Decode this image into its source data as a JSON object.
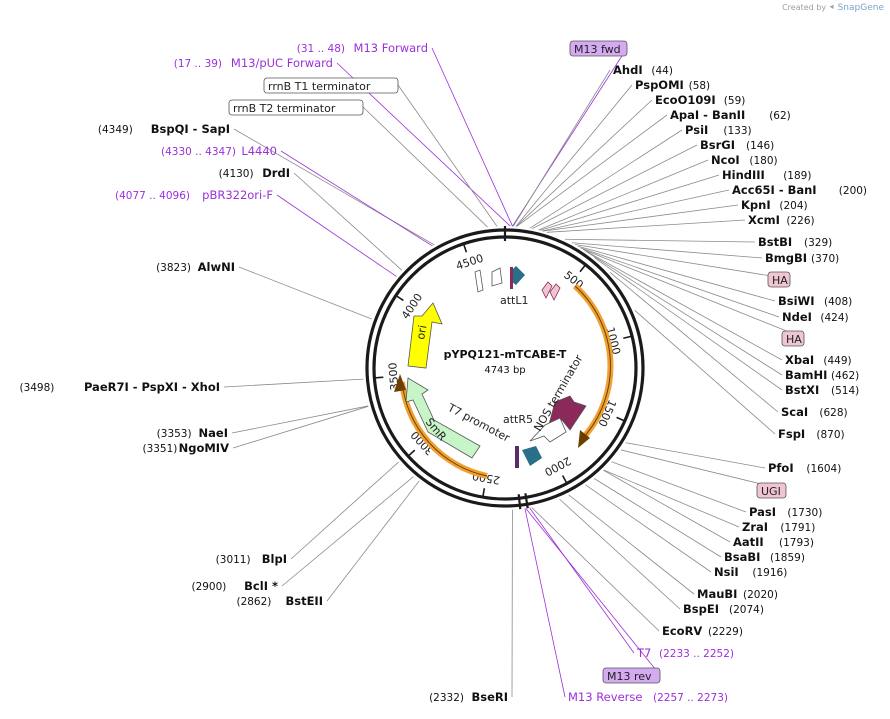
{
  "header": {
    "created_by": "Created by",
    "brand": "SnapGene"
  },
  "plasmid": {
    "name": "pYPQ121-mTCABE-T",
    "length": "4743 bp",
    "total_bp": 4743
  },
  "colors": {
    "backbone": "#1a1a1a",
    "primer_purple": "#9b30d9",
    "ori": "#ffff00",
    "smr": "#c8f5c8",
    "arrow_orange": "#f0a030",
    "attL": "#2a6f8a",
    "term": "#8b2a5a",
    "box_purple": "#d4aaf0",
    "box_pink": "#efc5d2"
  },
  "ticks": [
    {
      "label": "500",
      "bp": 500
    },
    {
      "label": "1000",
      "bp": 1000
    },
    {
      "label": "1500",
      "bp": 1500
    },
    {
      "label": "2000",
      "bp": 2000
    },
    {
      "label": "2500",
      "bp": 2500
    },
    {
      "label": "3000",
      "bp": 3000
    },
    {
      "label": "3500",
      "bp": 3500
    },
    {
      "label": "4000",
      "bp": 4000
    },
    {
      "label": "4500",
      "bp": 4500
    }
  ],
  "inner_features": [
    {
      "label": "ori"
    },
    {
      "label": "SmR"
    },
    {
      "label": "T7 promoter"
    },
    {
      "label": "attR5"
    },
    {
      "label": "NOS terminator"
    },
    {
      "label": "attL1"
    }
  ],
  "labels_right": [
    {
      "name": "M13 fwd",
      "pos": "",
      "style": "box-purple"
    },
    {
      "name": "AhdI",
      "pos": "(44)",
      "style": "enzyme"
    },
    {
      "name": "PspOMI",
      "pos": "(58)",
      "style": "enzyme"
    },
    {
      "name": "EcoO109I",
      "pos": "(59)",
      "style": "enzyme"
    },
    {
      "name": "ApaI - BanII",
      "pos": "(62)",
      "style": "enzyme"
    },
    {
      "name": "PsiI",
      "pos": "(133)",
      "style": "enzyme"
    },
    {
      "name": "BsrGI",
      "pos": "(146)",
      "style": "enzyme"
    },
    {
      "name": "NcoI",
      "pos": "(180)",
      "style": "enzyme"
    },
    {
      "name": "HindIII",
      "pos": "(189)",
      "style": "enzyme"
    },
    {
      "name": "Acc65I - BanI",
      "pos": "(200)",
      "style": "enzyme"
    },
    {
      "name": "KpnI",
      "pos": "(204)",
      "style": "enzyme"
    },
    {
      "name": "XcmI",
      "pos": "(226)",
      "style": "enzyme"
    },
    {
      "name": "BstBI",
      "pos": "(329)",
      "style": "enzyme"
    },
    {
      "name": "BmgBI",
      "pos": "(370)",
      "style": "enzyme"
    },
    {
      "name": "HA",
      "pos": "",
      "style": "box-pink"
    },
    {
      "name": "BsiWI",
      "pos": "(408)",
      "style": "enzyme"
    },
    {
      "name": "NdeI",
      "pos": "(424)",
      "style": "enzyme"
    },
    {
      "name": "HA",
      "pos": "",
      "style": "box-pink"
    },
    {
      "name": "XbaI",
      "pos": "(449)",
      "style": "enzyme"
    },
    {
      "name": "BamHI",
      "pos": "(462)",
      "style": "enzyme"
    },
    {
      "name": "BstXI",
      "pos": "(514)",
      "style": "enzyme"
    },
    {
      "name": "ScaI",
      "pos": "(628)",
      "style": "enzyme"
    },
    {
      "name": "FspI",
      "pos": "(870)",
      "style": "enzyme"
    },
    {
      "name": "PfoI",
      "pos": "(1604)",
      "style": "enzyme"
    },
    {
      "name": "UGI",
      "pos": "",
      "style": "box-pink"
    },
    {
      "name": "PasI",
      "pos": "(1730)",
      "style": "enzyme"
    },
    {
      "name": "ZraI",
      "pos": "(1791)",
      "style": "enzyme"
    },
    {
      "name": "AatII",
      "pos": "(1793)",
      "style": "enzyme"
    },
    {
      "name": "BsaBI",
      "pos": "(1859)",
      "style": "enzyme"
    },
    {
      "name": "NsiI",
      "pos": "(1916)",
      "style": "enzyme"
    },
    {
      "name": "MauBI",
      "pos": "(2020)",
      "style": "enzyme"
    },
    {
      "name": "BspEI",
      "pos": "(2074)",
      "style": "enzyme"
    },
    {
      "name": "EcoRV",
      "pos": "(2229)",
      "style": "enzyme"
    },
    {
      "name": "T7",
      "pos": "(2233 .. 2252)",
      "style": "primer"
    },
    {
      "name": "M13 rev",
      "pos": "",
      "style": "box-purple"
    },
    {
      "name": "M13 Reverse",
      "pos": "(2257 .. 2273)",
      "style": "primer"
    }
  ],
  "labels_left": [
    {
      "name": "M13 Forward",
      "pos": "(31 .. 48)",
      "style": "primer"
    },
    {
      "name": "M13/pUC Forward",
      "pos": "(17 .. 39)",
      "style": "primer"
    },
    {
      "name": "rrnB T1 terminator",
      "pos": "",
      "style": "box-white"
    },
    {
      "name": "rrnB T2 terminator",
      "pos": "",
      "style": "box-white"
    },
    {
      "name": "BspQI - SapI",
      "pos": "(4349)",
      "style": "enzyme"
    },
    {
      "name": "L4440",
      "pos": "(4330 .. 4347)",
      "style": "primer"
    },
    {
      "name": "DrdI",
      "pos": "(4130)",
      "style": "enzyme"
    },
    {
      "name": "pBR322ori-F",
      "pos": "(4077 .. 4096)",
      "style": "primer"
    },
    {
      "name": "AlwNI",
      "pos": "(3823)",
      "style": "enzyme"
    },
    {
      "name": "PaeR7I - PspXI - XhoI",
      "pos": "(3498)",
      "style": "enzyme"
    },
    {
      "name": "NaeI",
      "pos": "(3353)",
      "style": "enzyme"
    },
    {
      "name": "NgoMIV",
      "pos": "(3351)",
      "style": "enzyme"
    },
    {
      "name": "BlpI",
      "pos": "(3011)",
      "style": "enzyme"
    },
    {
      "name": "BclI *",
      "pos": "(2900)",
      "style": "enzyme"
    },
    {
      "name": "BstEII",
      "pos": "(2862)",
      "style": "enzyme"
    },
    {
      "name": "BseRI",
      "pos": "(2332)",
      "style": "enzyme"
    }
  ]
}
